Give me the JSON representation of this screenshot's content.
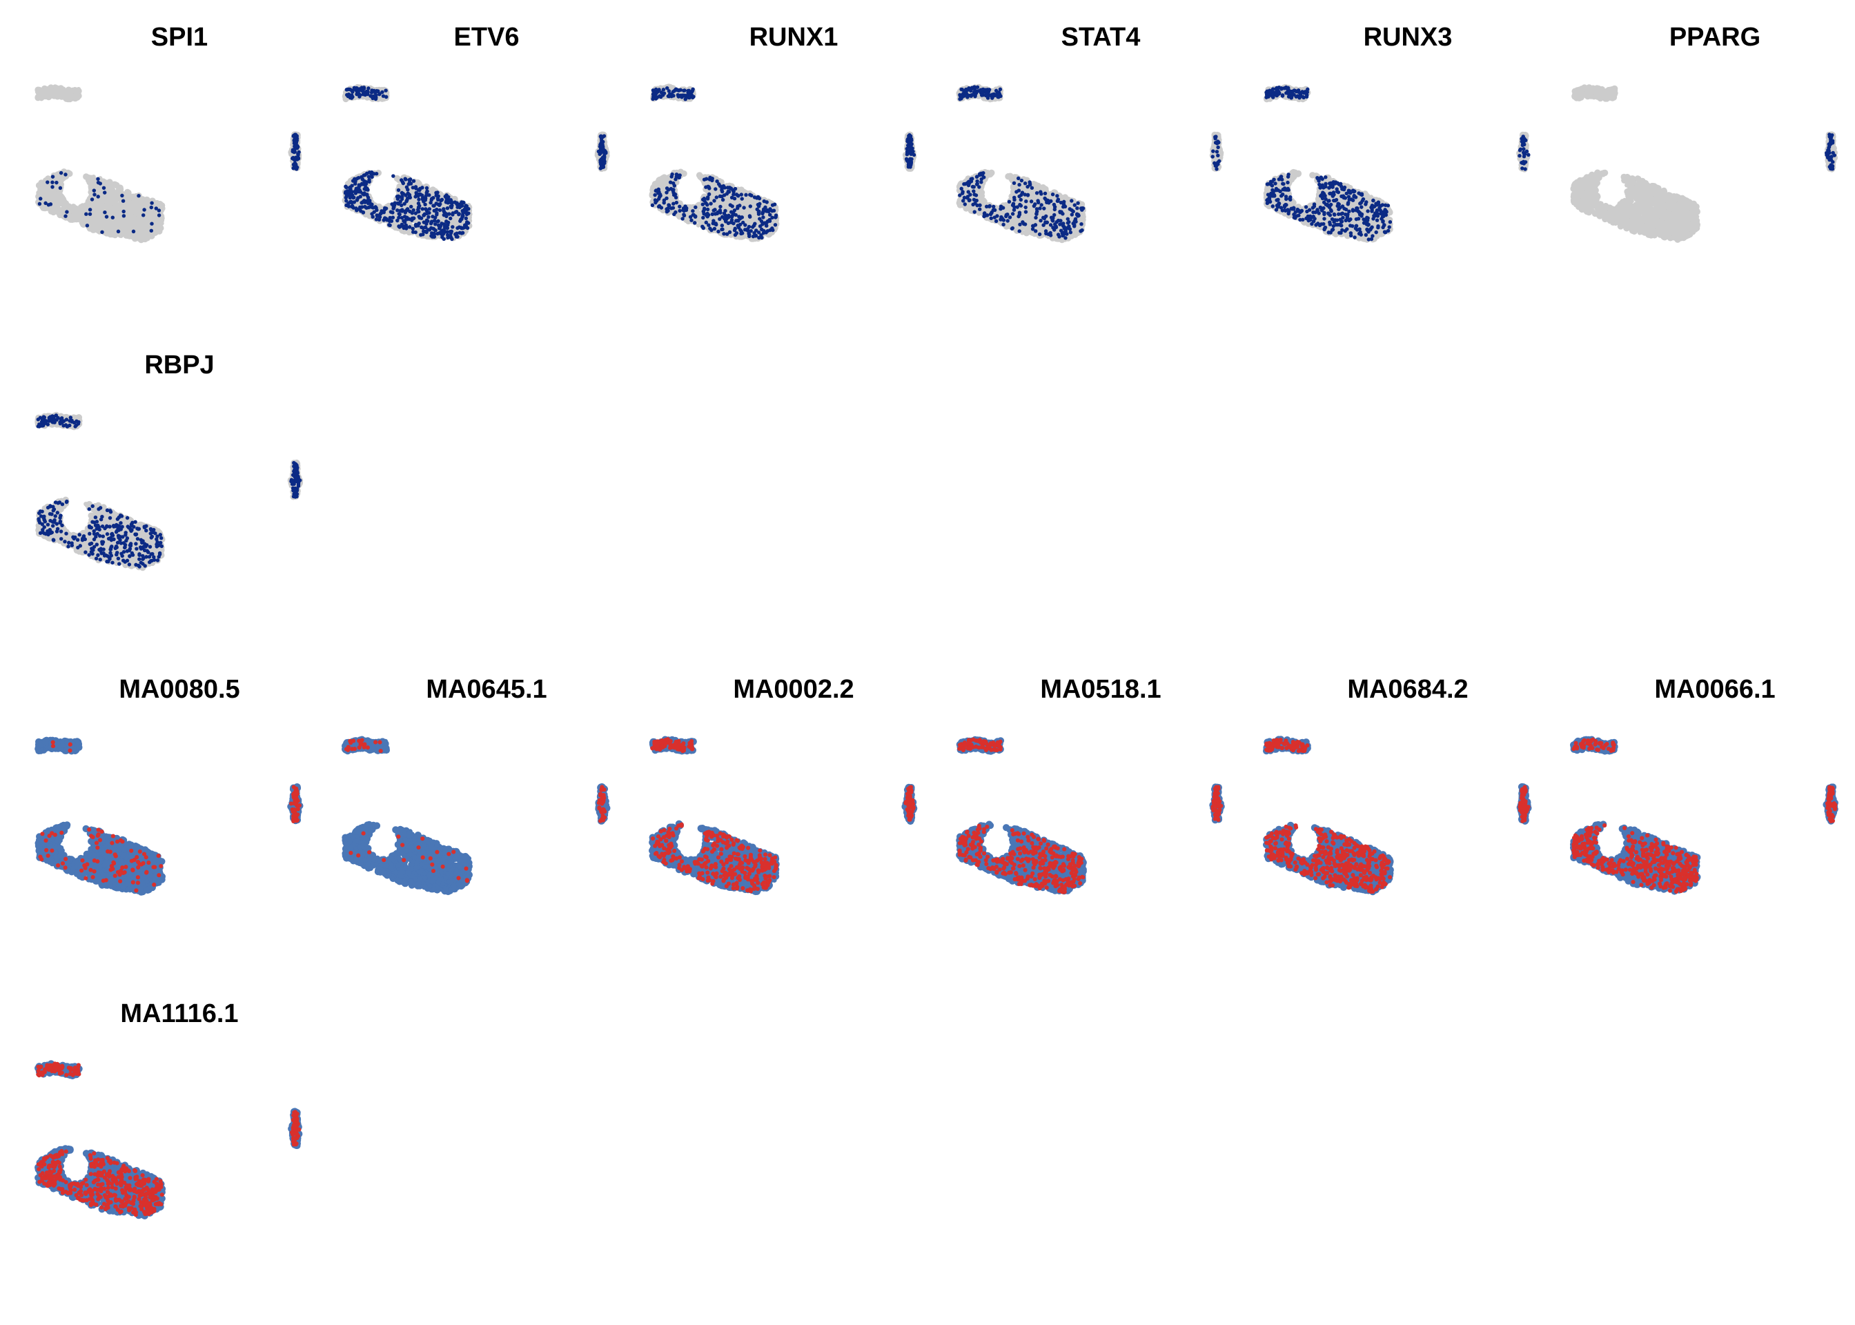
{
  "chart_data": {
    "type": "scatter",
    "description_free": true,
    "layout": {
      "rows": 4,
      "cols": 6
    },
    "point_sets": {
      "background_color": "#cccccc",
      "expression_color": "#0b2a85",
      "motif_low_color": "#4a77b6",
      "motif_high_color": "#d9302c"
    },
    "panels": [
      {
        "title": "SPI1",
        "kind": "expression",
        "row": 0,
        "col": 0,
        "main": 0.1,
        "top": 0.0,
        "right": 0.85
      },
      {
        "title": "ETV6",
        "kind": "expression",
        "row": 0,
        "col": 1,
        "main": 0.92,
        "top": 0.8,
        "right": 0.9
      },
      {
        "title": "RUNX1",
        "kind": "expression",
        "row": 0,
        "col": 2,
        "main": 0.55,
        "top": 0.95,
        "right": 0.9
      },
      {
        "title": "STAT4",
        "kind": "expression",
        "row": 0,
        "col": 3,
        "main": 0.5,
        "top": 0.98,
        "right": 0.35
      },
      {
        "title": "RUNX3",
        "kind": "expression",
        "row": 0,
        "col": 4,
        "main": 0.75,
        "top": 0.95,
        "right": 0.4
      },
      {
        "title": "PPARG",
        "kind": "expression",
        "row": 0,
        "col": 5,
        "main": 0.0,
        "top": 0.0,
        "right": 0.6
      },
      {
        "title": "RBPJ",
        "kind": "expression",
        "row": 1,
        "col": 0,
        "main": 0.55,
        "top": 0.85,
        "right": 0.92
      },
      {
        "title": "MA0080.5",
        "kind": "motif",
        "row": 2,
        "col": 0,
        "main": 0.18,
        "top": 0.05,
        "right": 0.85
      },
      {
        "title": "MA0645.1",
        "kind": "motif",
        "row": 2,
        "col": 1,
        "main": 0.04,
        "top": 0.2,
        "right": 0.6
      },
      {
        "title": "MA0002.2",
        "kind": "motif",
        "row": 2,
        "col": 2,
        "main": 0.55,
        "top": 0.9,
        "right": 0.85
      },
      {
        "title": "MA0518.1",
        "kind": "motif",
        "row": 2,
        "col": 3,
        "main": 0.62,
        "top": 0.9,
        "right": 0.9
      },
      {
        "title": "MA0684.2",
        "kind": "motif",
        "row": 2,
        "col": 4,
        "main": 0.82,
        "top": 0.9,
        "right": 0.85
      },
      {
        "title": "MA0066.1",
        "kind": "motif",
        "row": 2,
        "col": 5,
        "main": 0.85,
        "top": 0.6,
        "right": 0.85
      },
      {
        "title": "MA1116.1",
        "kind": "motif",
        "row": 3,
        "col": 0,
        "main": 0.85,
        "top": 0.75,
        "right": 0.85
      }
    ]
  }
}
